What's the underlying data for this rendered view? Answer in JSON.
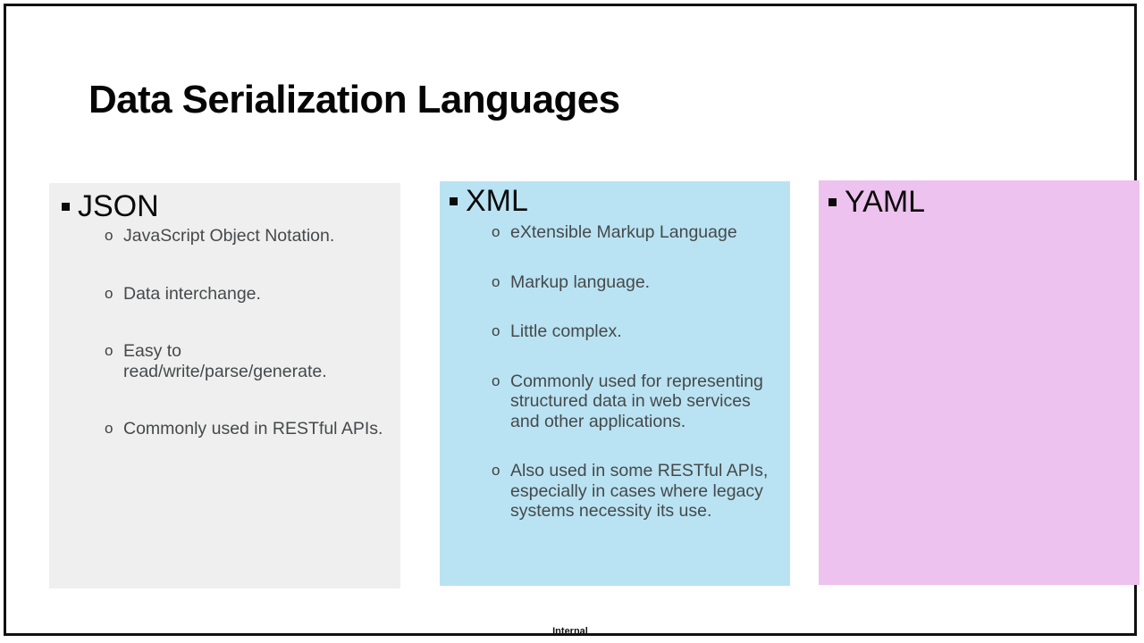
{
  "slide": {
    "title": "Data Serialization Languages",
    "footer": "Internal",
    "colors": {
      "json_panel": "#efefef",
      "xml_panel": "#b9e3f2",
      "yaml_panel": "#eec2ee",
      "title_text": "#060606",
      "body_text": "#46494b",
      "frame_border": "#111111"
    }
  },
  "panels": [
    {
      "id": "json",
      "heading": "JSON",
      "heading_bullet": "square-bullet",
      "bullets": [
        {
          "marker": "o",
          "text": "JavaScript Object Notation."
        },
        {
          "marker": "o",
          "text": "Data interchange."
        },
        {
          "marker": "o",
          "text": "Easy to read/write/parse/generate."
        },
        {
          "marker": "o",
          "text": "Commonly used in RESTful APIs."
        }
      ]
    },
    {
      "id": "xml",
      "heading": "XML",
      "heading_bullet": "square-bullet",
      "bullets": [
        {
          "marker": "o",
          "text": "eXtensible Markup Language"
        },
        {
          "marker": "o",
          "text": "Markup language."
        },
        {
          "marker": "o",
          "text": "Little complex."
        },
        {
          "marker": "o",
          "text": "Commonly used for representing structured data in web services and other applications."
        },
        {
          "marker": "o",
          "text": "Also used in some RESTful APIs, especially in cases where legacy systems necessity its use."
        }
      ]
    },
    {
      "id": "yaml",
      "heading": "YAML",
      "heading_bullet": "square-bullet",
      "bullets": []
    }
  ]
}
